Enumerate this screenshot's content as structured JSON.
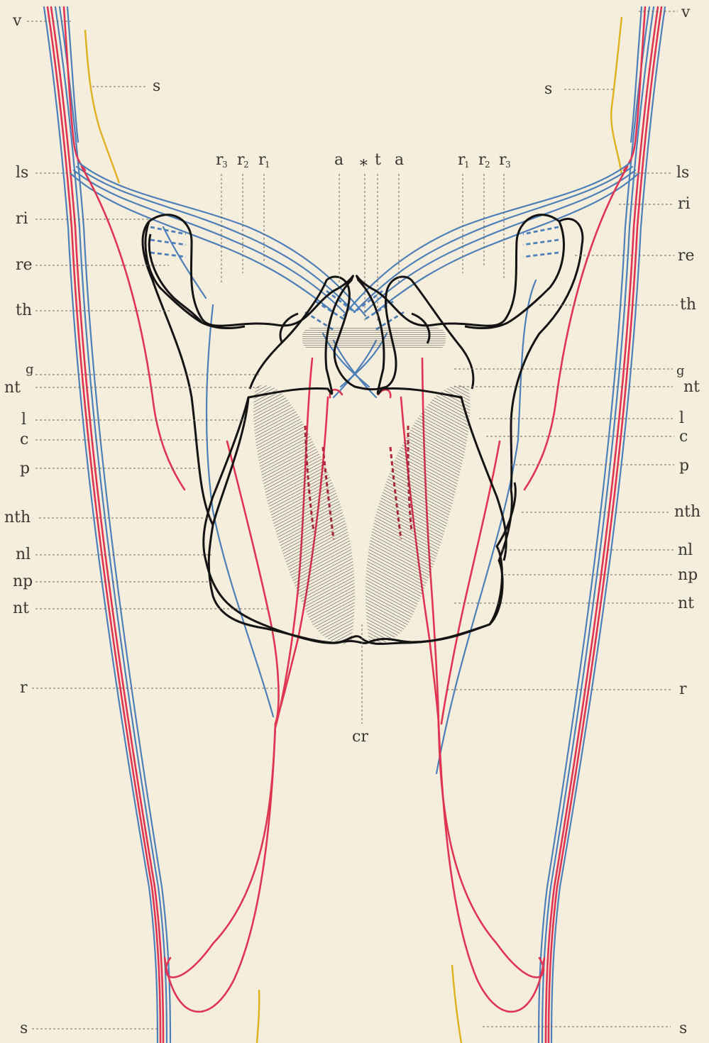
{
  "figure": {
    "labels_left": [
      "v",
      "s",
      "ls",
      "ri",
      "re",
      "th",
      "g",
      "nt",
      "l",
      "c",
      "p",
      "nth",
      "nl",
      "np",
      "nt",
      "r",
      "s"
    ],
    "labels_right": [
      "v",
      "s",
      "ls",
      "ri",
      "re",
      "th",
      "g",
      "nt",
      "l",
      "c",
      "p",
      "nth",
      "nl",
      "np",
      "nt",
      "r",
      "s"
    ],
    "top_left_r": [
      "r",
      "r",
      "r"
    ],
    "top_left_r_sub": [
      "3",
      "2",
      "1"
    ],
    "top_right_r": [
      "r",
      "r",
      "r"
    ],
    "top_right_r_sub": [
      "1",
      "2",
      "3"
    ],
    "top_center": [
      "a",
      "∗",
      "t",
      "a"
    ],
    "bottom_center": "cr"
  },
  "colors": {
    "paper": "#f6eedd",
    "red": "#e03552",
    "blue": "#4d7fb8",
    "yellow": "#e0b11e",
    "outline": "#141414"
  }
}
